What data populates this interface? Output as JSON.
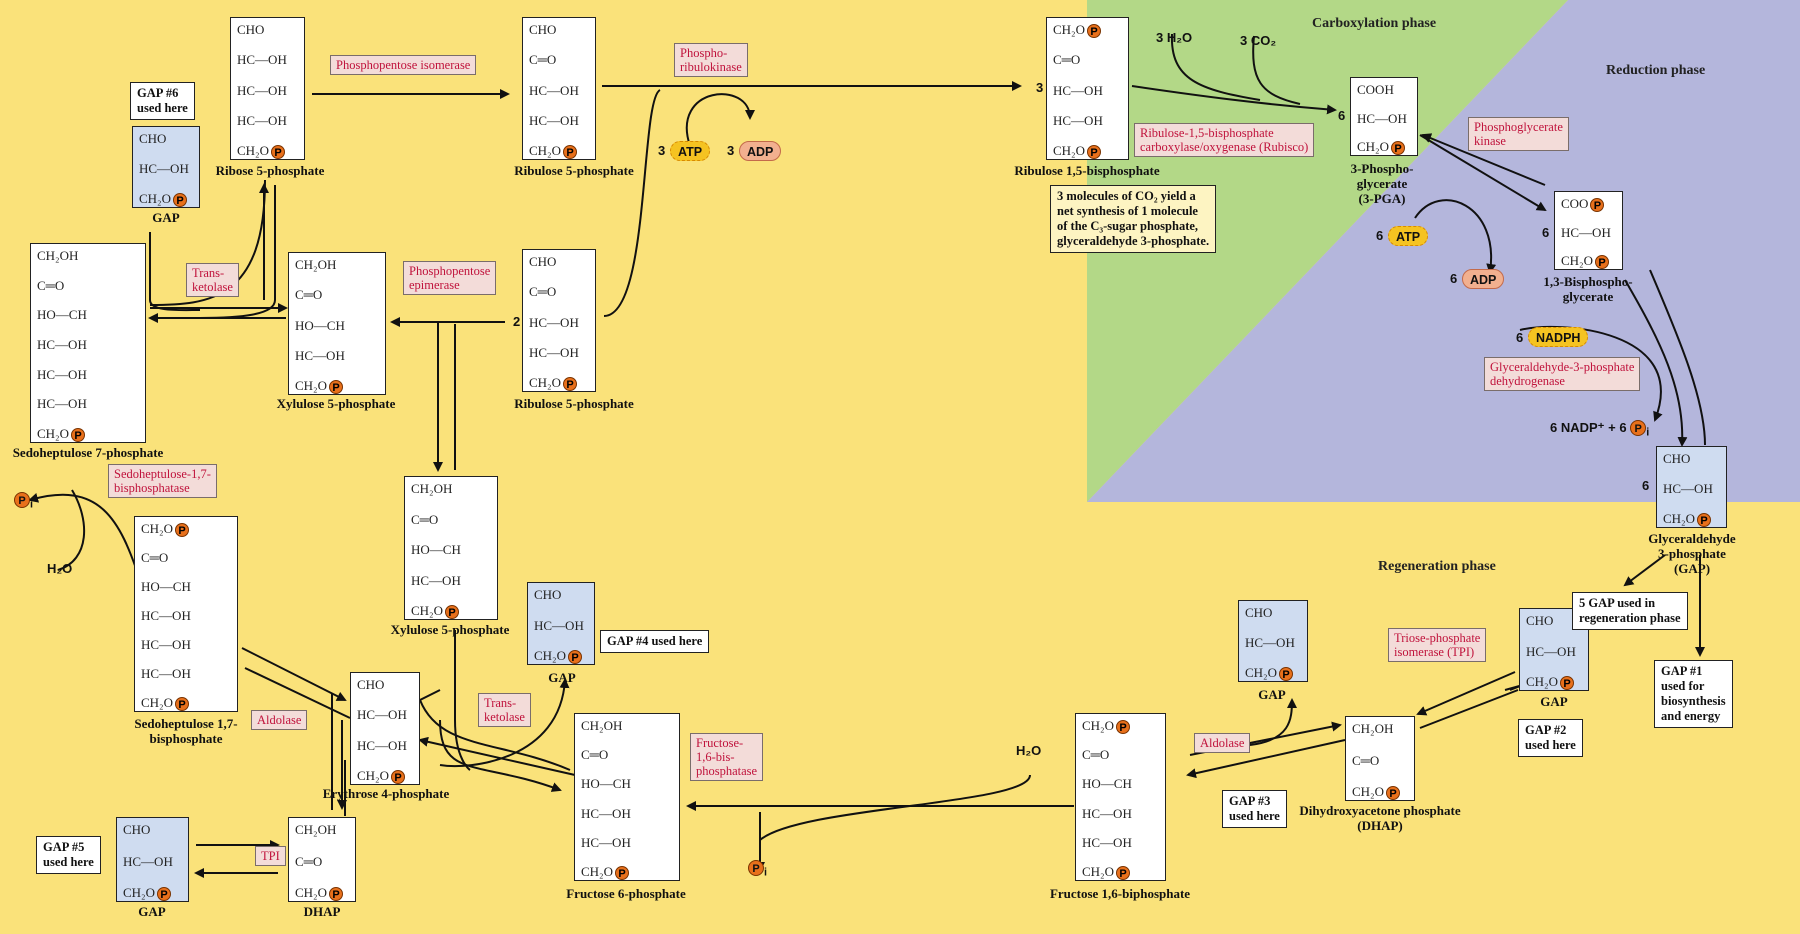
{
  "phases": {
    "carboxylation": "Carboxylation phase",
    "reduction": "Reduction phase",
    "regeneration": "Regeneration phase"
  },
  "colors": {
    "yellow": "#fae27a",
    "green": "#b3d887",
    "lavender": "#b4b6dc",
    "enzyme_text": "#c0133c",
    "phosphate": "#e8701b",
    "gap_box": "#cfdcf0"
  },
  "molecules": {
    "ribose5p": {
      "lines": [
        "CHO",
        "HC—OH",
        "HC—OH",
        "HC—OH",
        "CH₂O"
      ],
      "name": "Ribose 5-phosphate"
    },
    "ribulose5p_top": {
      "lines": [
        "CHO",
        "C═O",
        "HC—OH",
        "HC—OH",
        "CH₂O"
      ],
      "name": "Ribulose 5-phosphate"
    },
    "rubp": {
      "lines": [
        "CH₂O",
        "C═O",
        "HC—OH",
        "HC—OH",
        "CH₂O"
      ],
      "name": "Ribulose 1,5-bisphosphate"
    },
    "pga": {
      "lines": [
        "COOH",
        "HC—OH",
        "CH₂O"
      ],
      "name": "3-Phospho-\nglycerate\n(3-PGA)"
    },
    "bpg": {
      "lines": [
        "COO",
        "HC—OH",
        "CH₂O"
      ],
      "name": "1,3-Bisphospho-\nglycerate"
    },
    "gap_main": {
      "lines": [
        "CHO",
        "HC—OH",
        "CH₂O"
      ],
      "name": "Glyceraldehyde\n3-phosphate\n(GAP)"
    },
    "gap_topleft": {
      "lines": [
        "CHO",
        "HC—OH",
        "CH₂O"
      ],
      "name": "GAP"
    },
    "sedo7p": {
      "lines": [
        "CH₂OH",
        "C═O",
        "HO—CH",
        "HC—OH",
        "HC—OH",
        "HC—OH",
        "CH₂O"
      ],
      "name": "Sedoheptulose 7-phosphate"
    },
    "xylulose5p_a": {
      "lines": [
        "CH₂OH",
        "C═O",
        "HO—CH",
        "HC—OH",
        "CH₂O"
      ],
      "name": "Xylulose 5-phosphate"
    },
    "ribulose5p_mid": {
      "lines": [
        "CHO",
        "C═O",
        "HC—OH",
        "HC—OH",
        "CH₂O"
      ],
      "name": "Ribulose 5-phosphate"
    },
    "xylulose5p_b": {
      "lines": [
        "CH₂OH",
        "C═O",
        "HO—CH",
        "HC—OH",
        "CH₂O"
      ],
      "name": "Xylulose 5-phosphate"
    },
    "gap_center": {
      "lines": [
        "CHO",
        "HC—OH",
        "CH₂O"
      ],
      "name": "GAP"
    },
    "sedo17bp": {
      "lines": [
        "CH₂O",
        "C═O",
        "HO—CH",
        "HC—OH",
        "HC—OH",
        "HC—OH",
        "CH₂O"
      ],
      "name": "Sedoheptulose 1,7-\nbisphosphate"
    },
    "erythrose4p": {
      "lines": [
        "CHO",
        "HC—OH",
        "HC—OH",
        "CH₂O"
      ],
      "name": "Erythrose 4-phosphate"
    },
    "gap_bottomleft": {
      "lines": [
        "CHO",
        "HC—OH",
        "CH₂O"
      ],
      "name": "GAP"
    },
    "dhap_bottom": {
      "lines": [
        "CH₂OH",
        "C═O",
        "CH₂O"
      ],
      "name": "DHAP"
    },
    "fructose6p": {
      "lines": [
        "CH₂OH",
        "C═O",
        "HO—CH",
        "HC—OH",
        "HC—OH",
        "CH₂O"
      ],
      "name": "Fructose 6-phosphate"
    },
    "fbp": {
      "lines": [
        "CH₂O",
        "C═O",
        "HO—CH",
        "HC—OH",
        "HC—OH",
        "CH₂O"
      ],
      "name": "Fructose 1,6-biphosphate"
    },
    "gap_right": {
      "lines": [
        "CHO",
        "HC—OH",
        "CH₂O"
      ],
      "name": "GAP"
    },
    "dhap_right": {
      "lines": [
        "CH₂OH",
        "C═O",
        "CH₂O"
      ],
      "name": "Dihydroxyacetone phosphate\n(DHAP)"
    },
    "gap_regen": {
      "lines": [
        "CHO",
        "HC—OH",
        "CH₂O"
      ],
      "name": "GAP"
    }
  },
  "enzymes": {
    "phosphopentose_isomerase": "Phosphopentose isomerase",
    "phosphoribulokinase": "Phospho-\nribulokinase",
    "rubisco": "Ribulose-1,5-bisphosphate\ncarboxylase/oxygenase (Rubisco)",
    "pgk": "Phosphoglycerate\nkinase",
    "gapdh": "Glyceraldehyde-3-phosphate\ndehydrogenase",
    "transketolase_a": "Trans-\nketolase",
    "phosphopentose_epimerase": "Phosphopentose\nepimerase",
    "sedo_bisphosphatase": "Sedoheptulose-1,7-\nbisphosphatase",
    "aldolase_left": "Aldolase",
    "transketolase_b": "Trans-\nketolase",
    "fbpase": "Fructose-\n1,6-bis-\nphosphatase",
    "tpi_bottom": "TPI",
    "aldolase_right": "Aldolase",
    "tpi_right": "Triose-phosphate\nisomerase (TPI)"
  },
  "notes": {
    "gap6": "GAP #6\nused here",
    "gap4": "GAP #4 used here",
    "gap5": "GAP #5\nused here",
    "gap3": "GAP #3\nused here",
    "gap2": "GAP #2\nused here",
    "gap1": "GAP #1\nused for\nbiosynthesis\nand energy",
    "five_gap": "5 GAP used in\nregeneration phase",
    "co2_note": "3 molecules of CO₂ yield a\nnet synthesis of 1 molecule\nof the C₃-sugar phosphate,\nglyceraldehyde 3-phosphate."
  },
  "cofactors": {
    "atp_top": {
      "coef": "3",
      "label": "ATP"
    },
    "adp_top": {
      "coef": "3",
      "label": "ADP"
    },
    "atp_red": {
      "coef": "6",
      "label": "ATP"
    },
    "adp_red": {
      "coef": "6",
      "label": "ADP"
    },
    "nadph": {
      "coef": "6",
      "label": "NADPH"
    },
    "nadp": "6 NADP⁺ + 6",
    "h2o_top": "3 H₂O",
    "co2": "3 CO₂",
    "h2o_left": "H₂O",
    "h2o_right": "H₂O",
    "pi_symbol": "P",
    "pi_sub": "i"
  },
  "coefficients": {
    "rubp": "3",
    "pga": "6",
    "bpg": "6",
    "gap": "6",
    "ribulose_mid": "2"
  }
}
